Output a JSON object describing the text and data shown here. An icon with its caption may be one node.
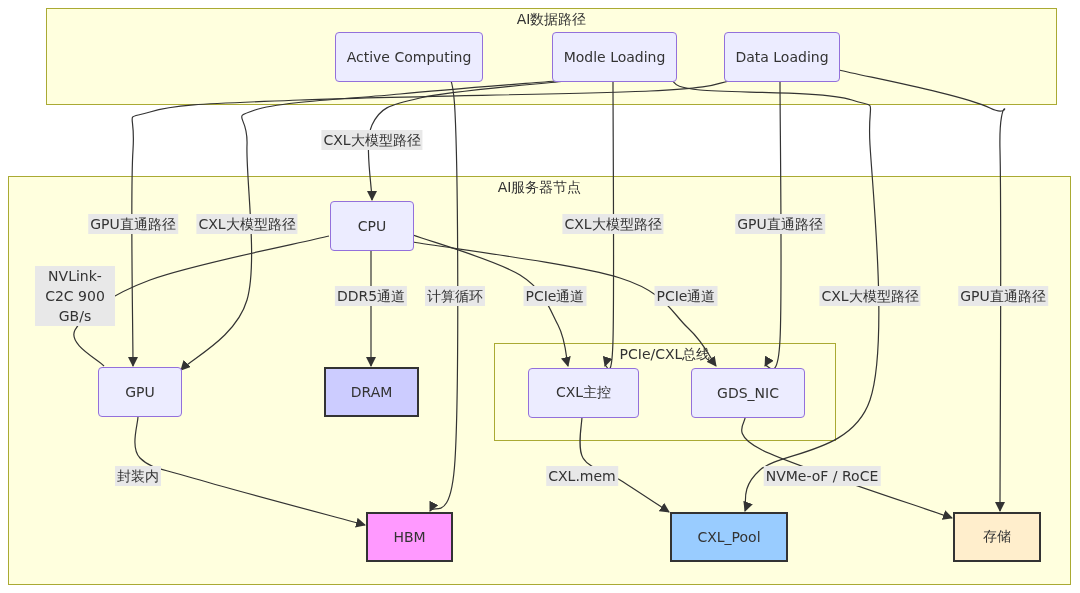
{
  "diagram": {
    "nodes": [
      {
        "text": [
          "AI数据路径"
        ]
      },
      {
        "text": [
          "Active Computing"
        ],
        "in": 0
      },
      {
        "text": [
          "Modle Loading"
        ],
        "in": 0
      },
      {
        "text": [
          "Data Loading"
        ],
        "in": 0
      },
      {
        "text": [
          "AI服务器节点"
        ]
      },
      {
        "text": [
          "CPU"
        ],
        "in": 4
      },
      {
        "text": [
          "GPU"
        ],
        "in": 4
      },
      {
        "text": [
          "DRAM"
        ],
        "in": 4
      },
      {
        "text": [
          "PCIe/CXL总线"
        ],
        "in": 4
      },
      {
        "text": [
          "CXL主控"
        ],
        "in": 8
      },
      {
        "text": [
          "GDS_NIC"
        ],
        "in": 8
      },
      {
        "text": [
          "HBM"
        ],
        "in": 4
      },
      {
        "text": [
          "CXL_Pool"
        ],
        "in": 4
      },
      {
        "text": [
          "存储"
        ],
        "in": 4
      }
    ],
    "edges": [
      {
        "from": 3,
        "to": 6,
        "arrow": "to",
        "label": "GPU直通路径"
      },
      {
        "from": 2,
        "to": 6,
        "arrow": "to",
        "label": "CXL大模型路径"
      },
      {
        "from": 2,
        "to": 5,
        "arrow": "to",
        "label": "CXL大模型路径"
      },
      {
        "from": 1,
        "to": 11,
        "arrow": "to",
        "label": "计算循环"
      },
      {
        "from": 2,
        "to": 9,
        "arrow": "to",
        "label": "CXL大模型路径"
      },
      {
        "from": 3,
        "to": 10,
        "arrow": "to",
        "label": "GPU直通路径"
      },
      {
        "from": 2,
        "to": 12,
        "arrow": "to",
        "label": "CXL大模型路径"
      },
      {
        "from": 3,
        "to": 13,
        "arrow": "to",
        "label": "GPU直通路径"
      },
      {
        "from": 5,
        "to": 7,
        "arrow": "to",
        "label": "DDR5通道"
      },
      {
        "from": 5,
        "to": 9,
        "arrow": "to",
        "label": "PCIe通道"
      },
      {
        "from": 5,
        "to": 10,
        "arrow": "to",
        "label": "PCIe通道"
      },
      {
        "from": 5,
        "to": 6,
        "arrow": "none",
        "label": "NVLink-C2C 900 GB/s"
      },
      {
        "from": 6,
        "to": 11,
        "arrow": "to",
        "label": "封装内"
      },
      {
        "from": 9,
        "to": 12,
        "arrow": "to",
        "label": "CXL.mem"
      },
      {
        "from": 10,
        "to": 13,
        "arrow": "to",
        "label": "NVMe-oF / RoCE"
      }
    ]
  }
}
